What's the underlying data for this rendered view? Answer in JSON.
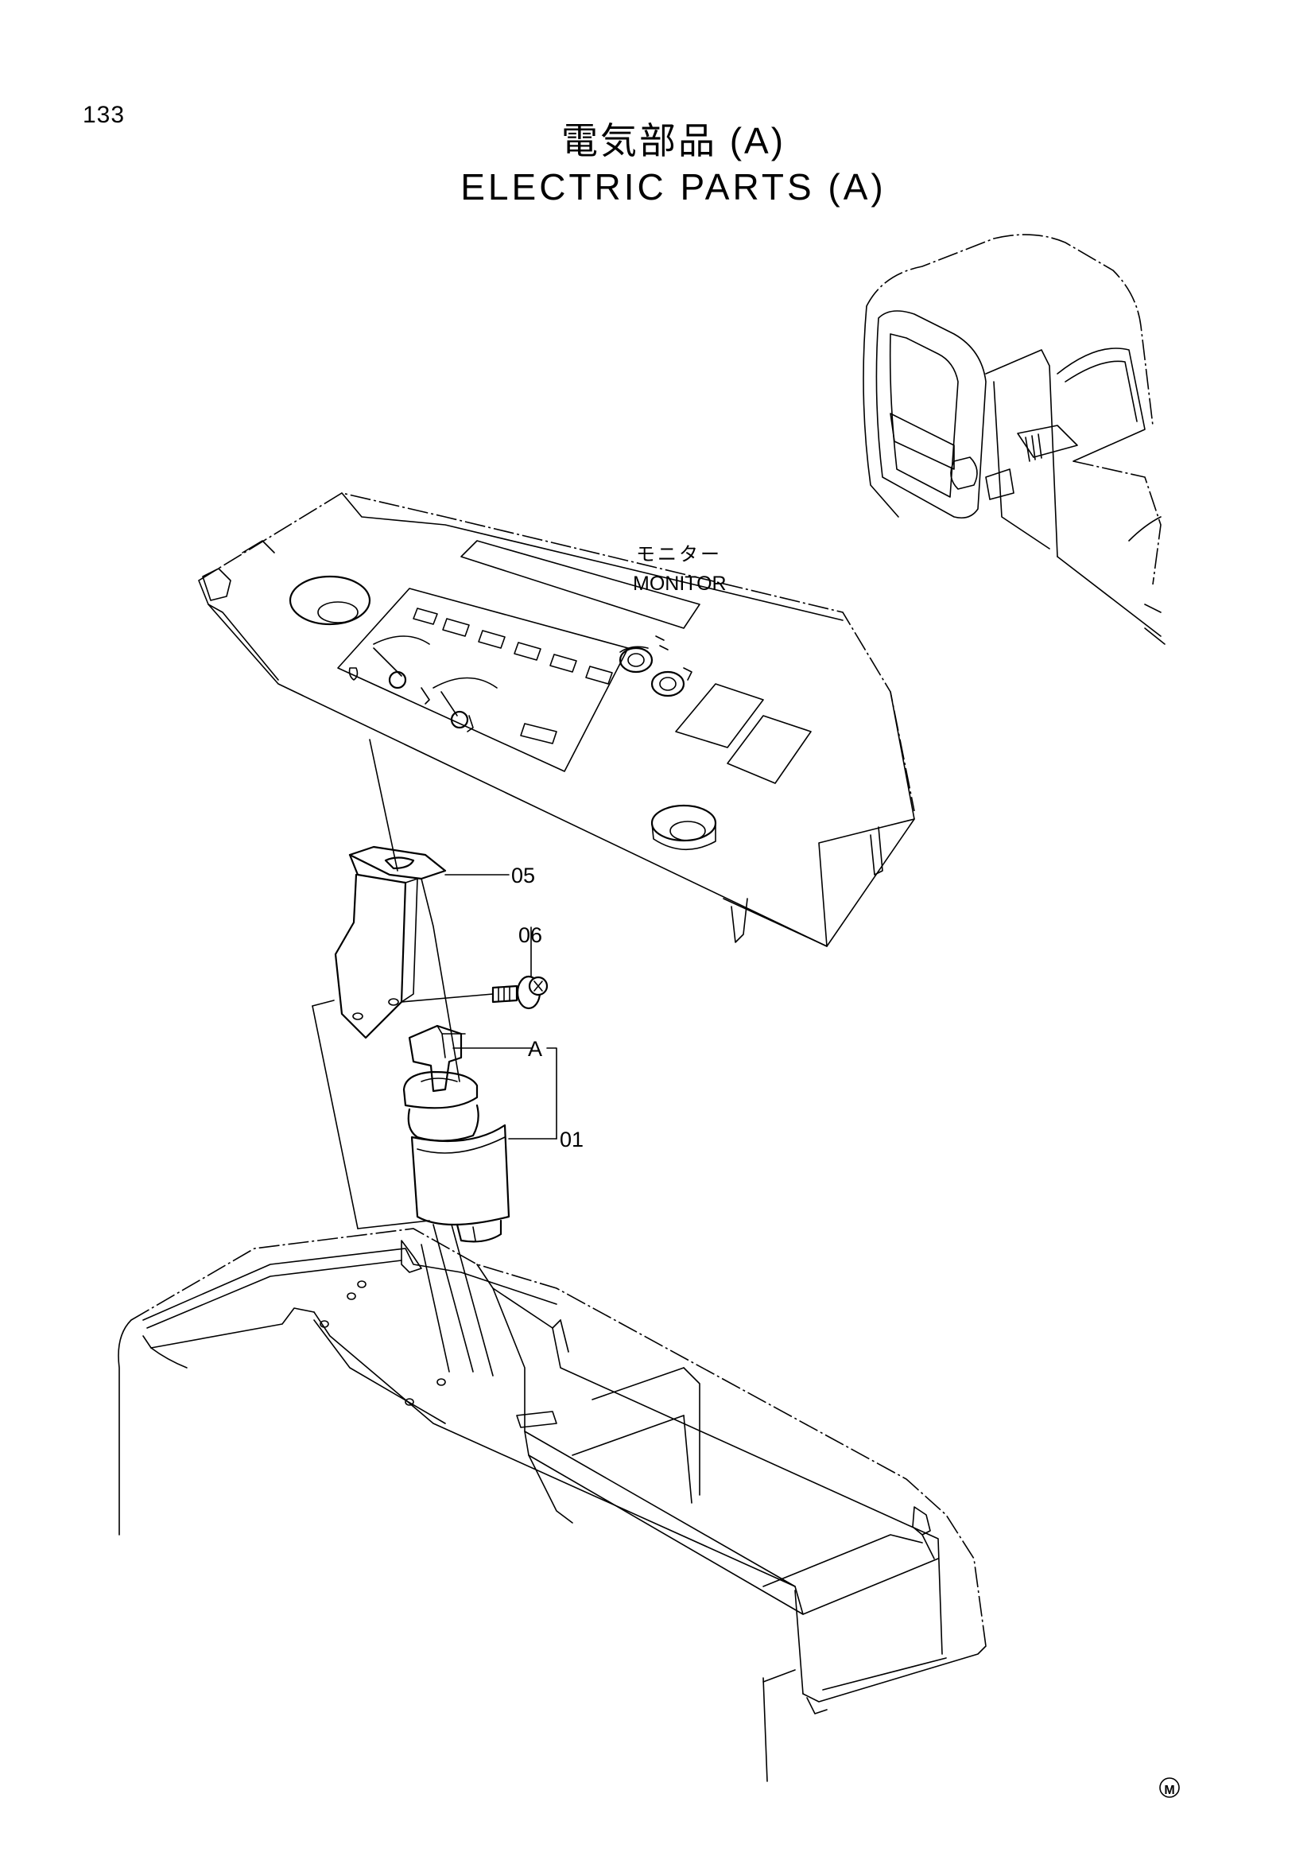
{
  "page": {
    "number": "133",
    "title_jp": "電気部品 (A)",
    "title_en": "ELECTRIC  PARTS (A)"
  },
  "labels": {
    "monitor_jp": "モニター",
    "monitor_en": "MONITOR",
    "part_05": "05",
    "part_06": "06",
    "part_a": "A",
    "part_01": "01",
    "mark": "M"
  }
}
